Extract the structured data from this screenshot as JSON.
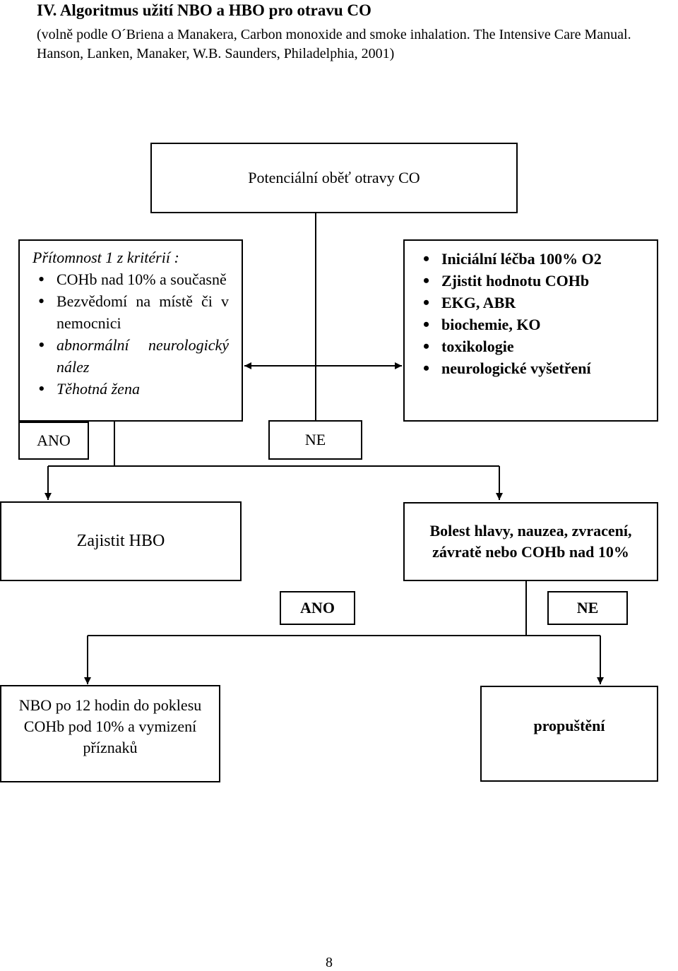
{
  "header": {
    "title": "IV. Algoritmus užití NBO a HBO pro otravu CO",
    "source": "(volně podle O´Briena a Manakera, Carbon monoxide and smoke inhalation. The Intensive Care Manual. Hanson, Lanken, Manaker, W.B. Saunders, Philadelphia, 2001)"
  },
  "flowchart": {
    "start": "Potenciální oběť otravy CO",
    "criteria": {
      "intro": "Přítomnost 1 z kritérií :",
      "items": [
        "COHb nad 10% a současně",
        "Bezvědomí na místě či v nemocnici",
        "abnormální neurologický nález",
        "Těhotná žena"
      ]
    },
    "treatment": {
      "items": [
        "Iniciální léčba 100% O2",
        "Zjistit hodnotu COHb",
        "EKG, ABR",
        "biochemie, KO",
        "toxikologie",
        "neurologické vyšetření"
      ]
    },
    "criteria_yes": "ANO",
    "criteria_no": "NE",
    "hbo": "Zajistit HBO",
    "symptoms": "Bolest hlavy, nauzea, zvracení, závratě nebo COHb nad 10%",
    "symptoms_yes": "ANO",
    "symptoms_no": "NE",
    "nbo": "NBO po 12 hodin do poklesu COHb pod 10% a vymizení příznaků",
    "release": "propuštění"
  },
  "footer": {
    "page_number": "8"
  }
}
